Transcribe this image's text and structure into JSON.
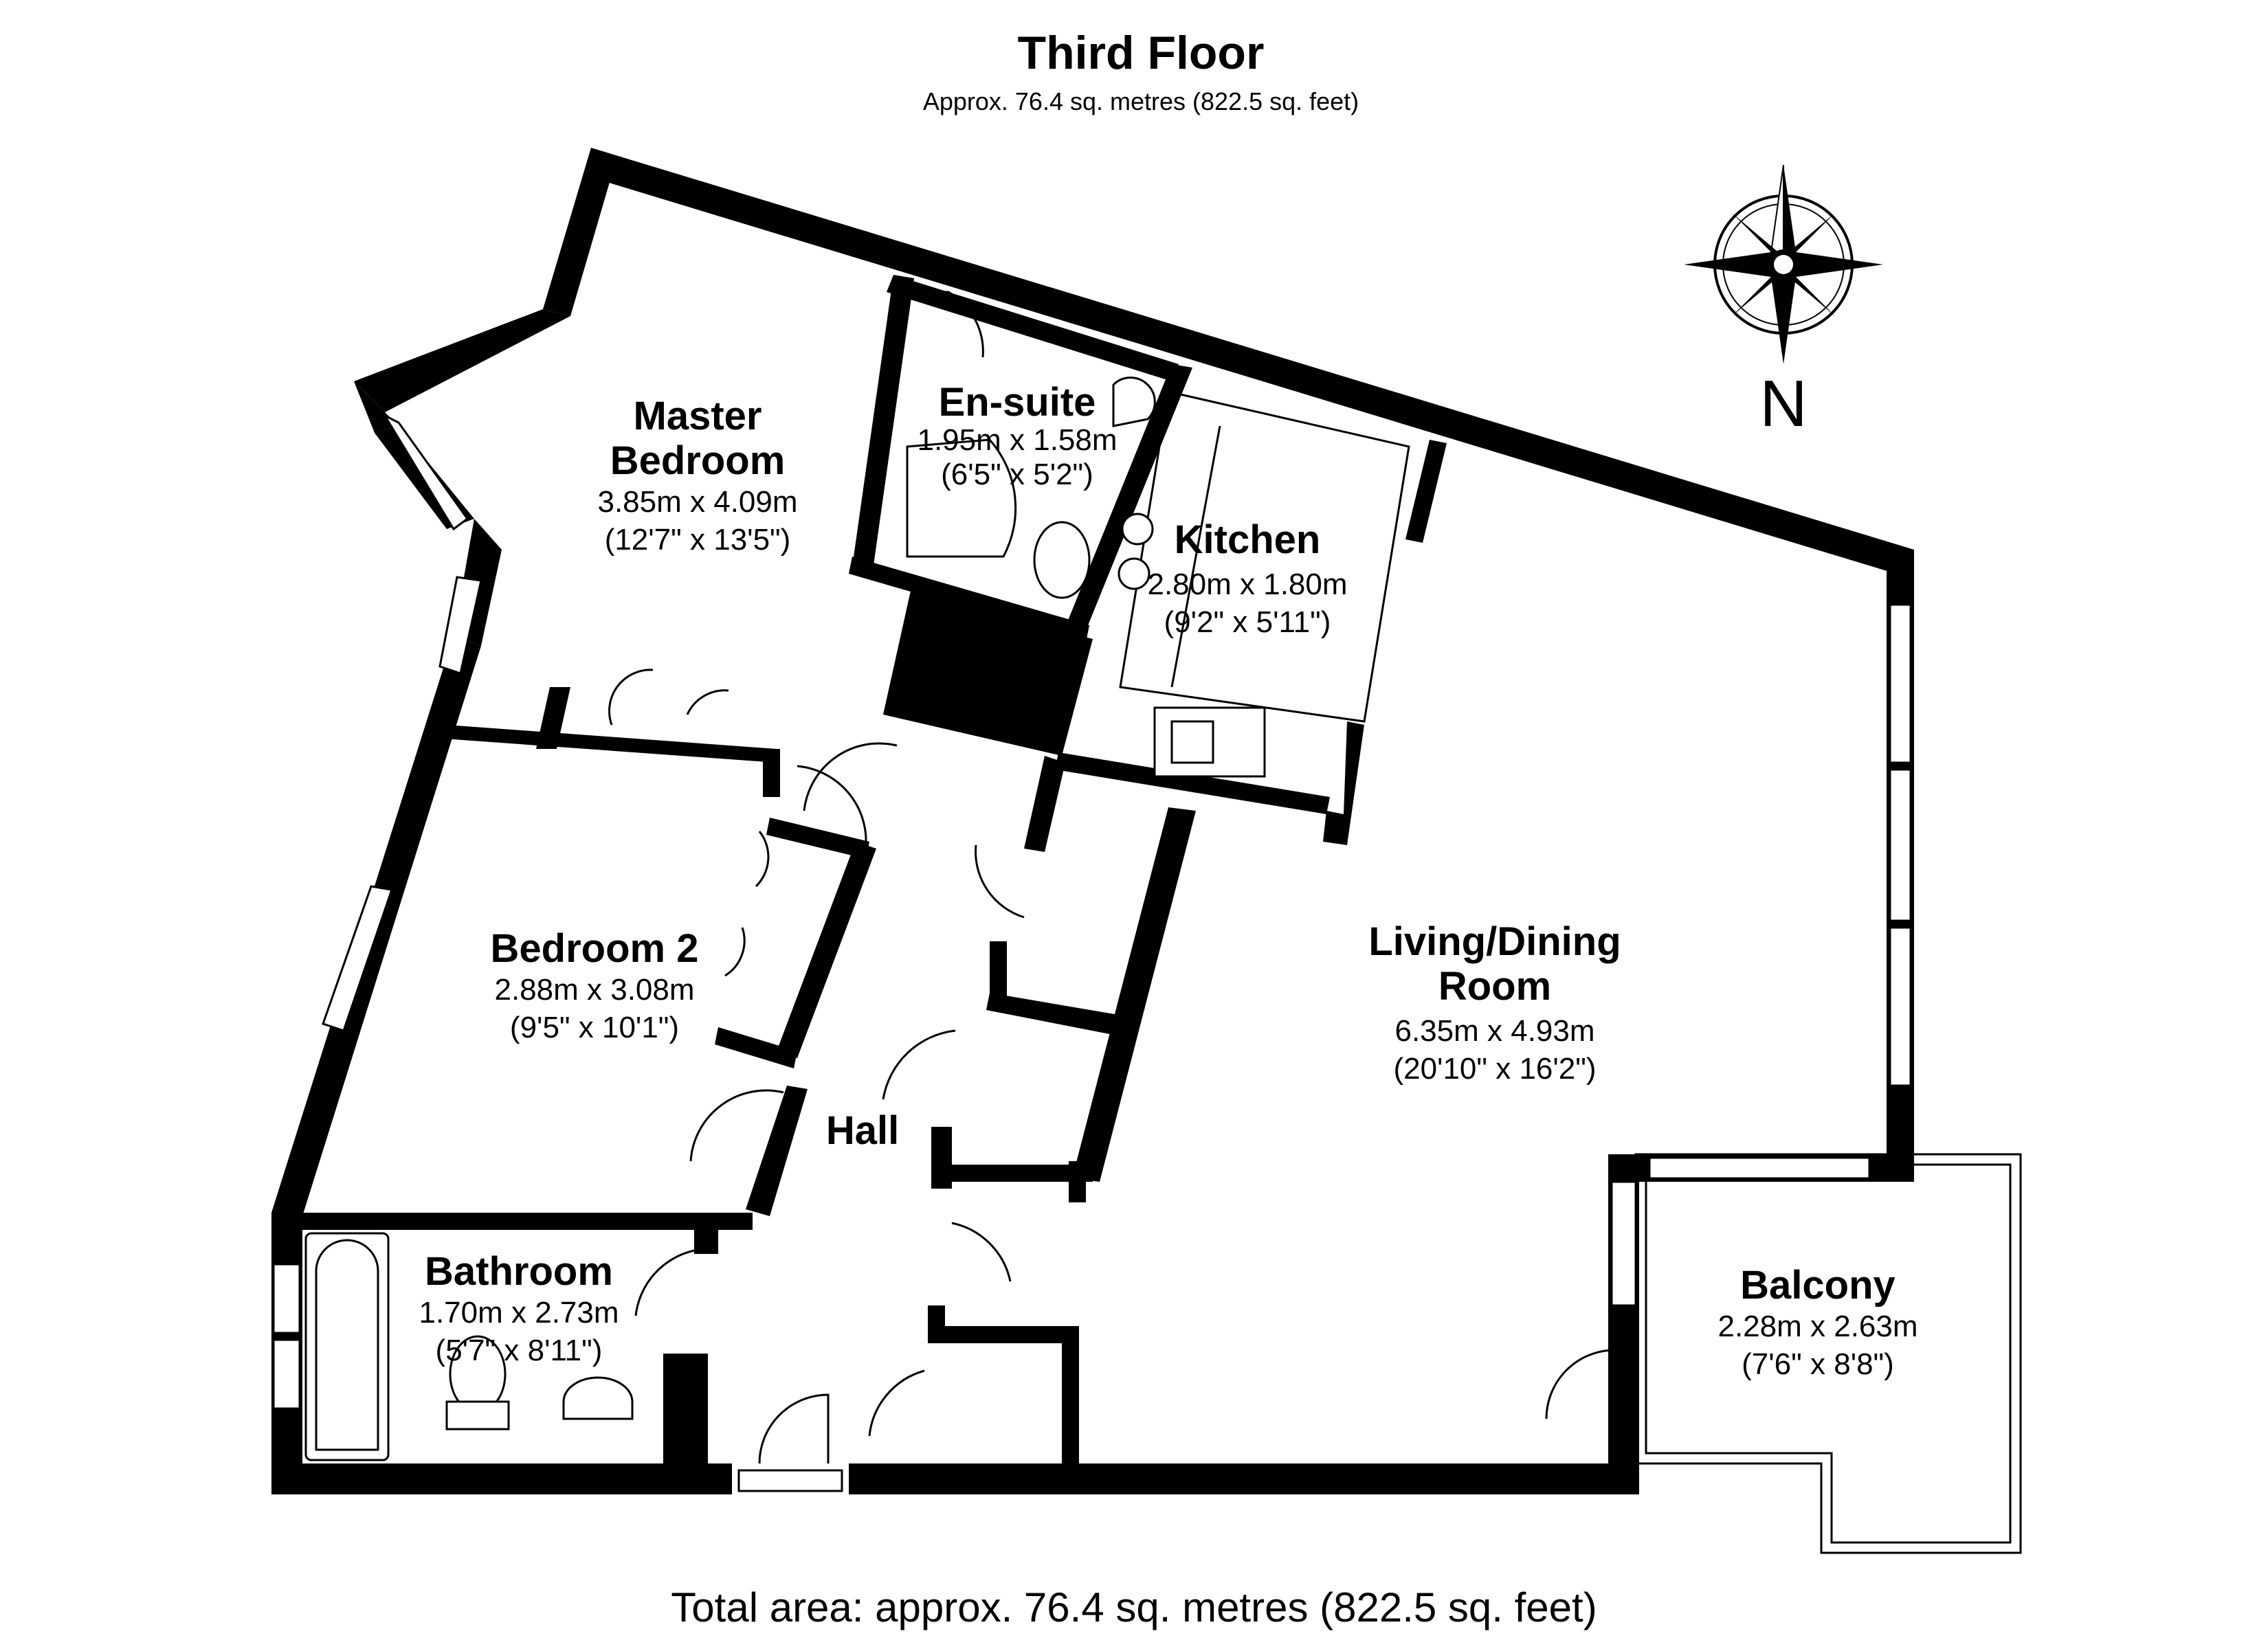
{
  "header": {
    "title": "Third Floor",
    "subtitle": "Approx. 76.4 sq. metres (822.5 sq. feet)"
  },
  "compass": {
    "label": "N",
    "icon": "compass-rose-icon"
  },
  "rooms": {
    "master_bedroom": {
      "name_line1": "Master",
      "name_line2": "Bedroom",
      "metric": "3.85m x 4.09m",
      "imperial": "(12'7\" x 13'5\")"
    },
    "ensuite": {
      "name": "En-suite",
      "metric": "1.95m x 1.58m",
      "imperial": "(6'5\" x 5'2\")"
    },
    "kitchen": {
      "name": "Kitchen",
      "metric": "2.80m x 1.80m",
      "imperial": "(9'2\" x 5'11\")"
    },
    "living": {
      "name_line1": "Living/Dining",
      "name_line2": "Room",
      "metric": "6.35m x 4.93m",
      "imperial": "(20'10\" x 16'2\")"
    },
    "bedroom2": {
      "name": "Bedroom 2",
      "metric": "2.88m x 3.08m",
      "imperial": "(9'5\" x 10'1\")"
    },
    "hall": {
      "name": "Hall"
    },
    "bathroom": {
      "name": "Bathroom",
      "metric": "1.70m x 2.73m",
      "imperial": "(5'7\" x 8'11\")"
    },
    "balcony": {
      "name": "Balcony",
      "metric": "2.28m x 2.63m",
      "imperial": "(7'6\" x 8'8\")"
    }
  },
  "footer": {
    "total": "Total area: approx. 76.4 sq. metres (822.5 sq. feet)"
  }
}
